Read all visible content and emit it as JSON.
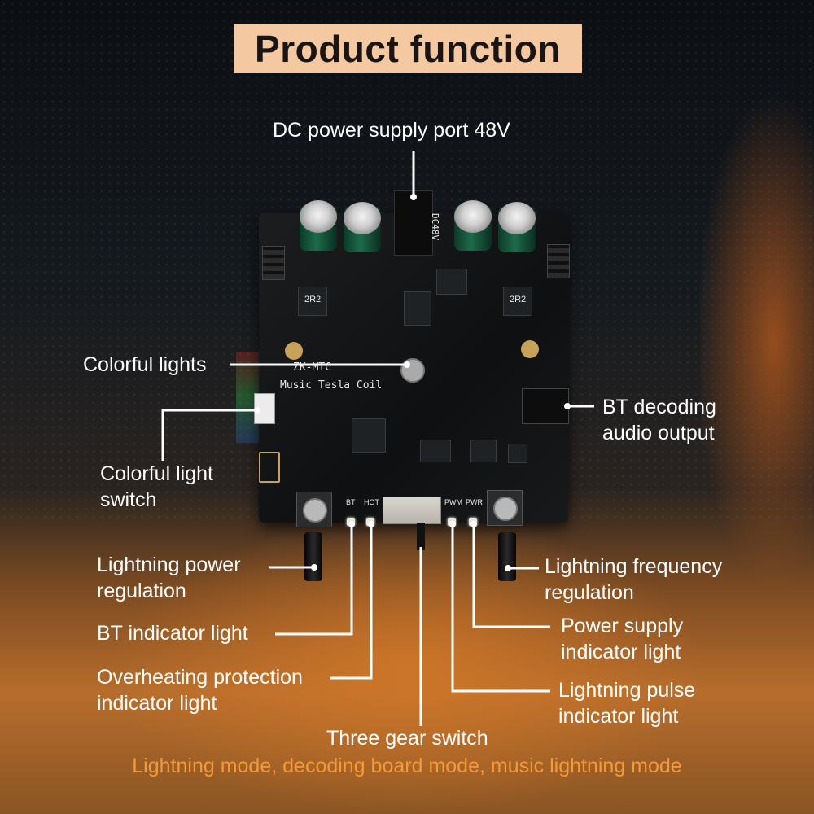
{
  "title": "Product function",
  "labels": {
    "dc_power": "DC power supply port 48V",
    "colorful_lights": "Colorful lights",
    "bt_decoding": "BT decoding audio output",
    "colorful_switch": "Colorful light switch",
    "lightning_power": "Lightning power regulation",
    "lightning_freq": "Lightning frequency regulation",
    "bt_indicator": "BT indicator light",
    "power_indicator": "Power supply indicator light",
    "overheat": "Overheating protection indicator light",
    "pulse_indicator": "Lightning pulse indicator light",
    "three_gear": "Three gear switch"
  },
  "footer": "Lightning mode, decoding board mode, music lightning mode",
  "board": {
    "silk_line1": "ZK-MTC",
    "silk_line2": "Music Tesla Coil",
    "dc48v": "DC48V",
    "bt_label": "BT",
    "hot_label": "HOT",
    "pwm_label": "PWM",
    "pwr_label": "PWR",
    "inductor_label": "2R2"
  },
  "colors": {
    "title_bg": "#f4c9a1",
    "footer_text": "#f59a3a",
    "callout_line": "#ffffff"
  }
}
